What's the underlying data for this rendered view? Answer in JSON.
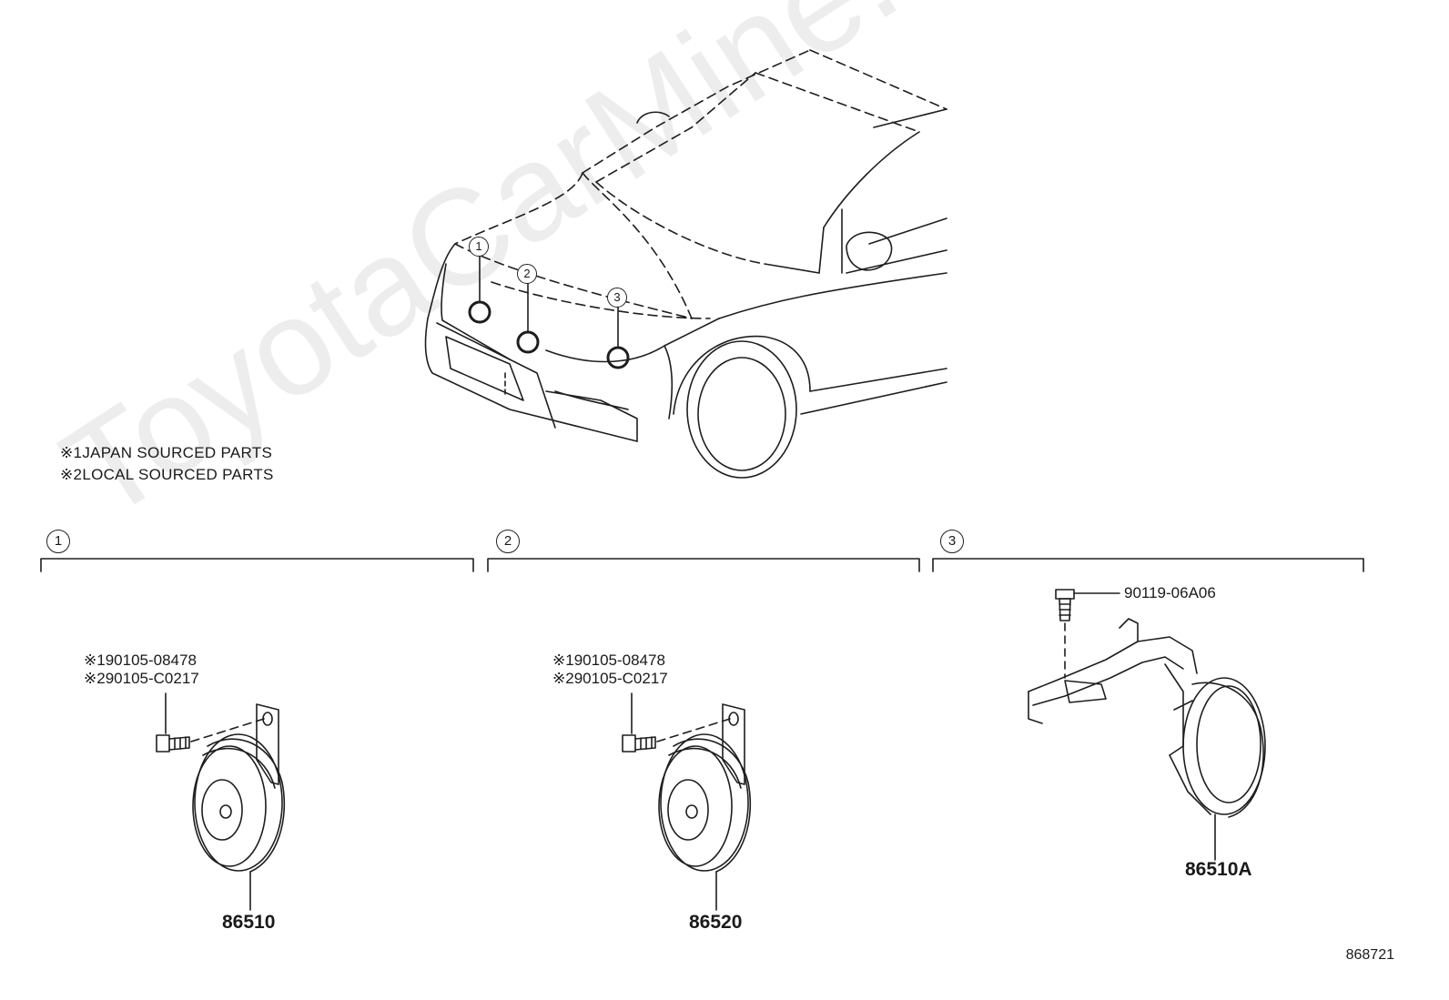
{
  "watermark": "ToyotaCarMine.ru",
  "notes": [
    {
      "mark": "※1",
      "text": "JAPAN SOURCED PARTS"
    },
    {
      "mark": "※2",
      "text": "LOCAL SOURCED PARTS"
    }
  ],
  "overview_callouts": [
    "1",
    "2",
    "3"
  ],
  "sections": [
    {
      "number": "1",
      "bolt_parts": [
        {
          "mark": "※1",
          "part": "90105-08478"
        },
        {
          "mark": "※2",
          "part": "90105-C0217"
        }
      ],
      "horn_part": "86510"
    },
    {
      "number": "2",
      "bolt_parts": [
        {
          "mark": "※1",
          "part": "90105-08478"
        },
        {
          "mark": "※2",
          "part": "90105-C0217"
        }
      ],
      "horn_part": "86520"
    },
    {
      "number": "3",
      "bolt_parts": [
        {
          "mark": "",
          "part": "90119-06A06"
        }
      ],
      "horn_part": "86510A"
    }
  ],
  "diagram_id": "868721"
}
